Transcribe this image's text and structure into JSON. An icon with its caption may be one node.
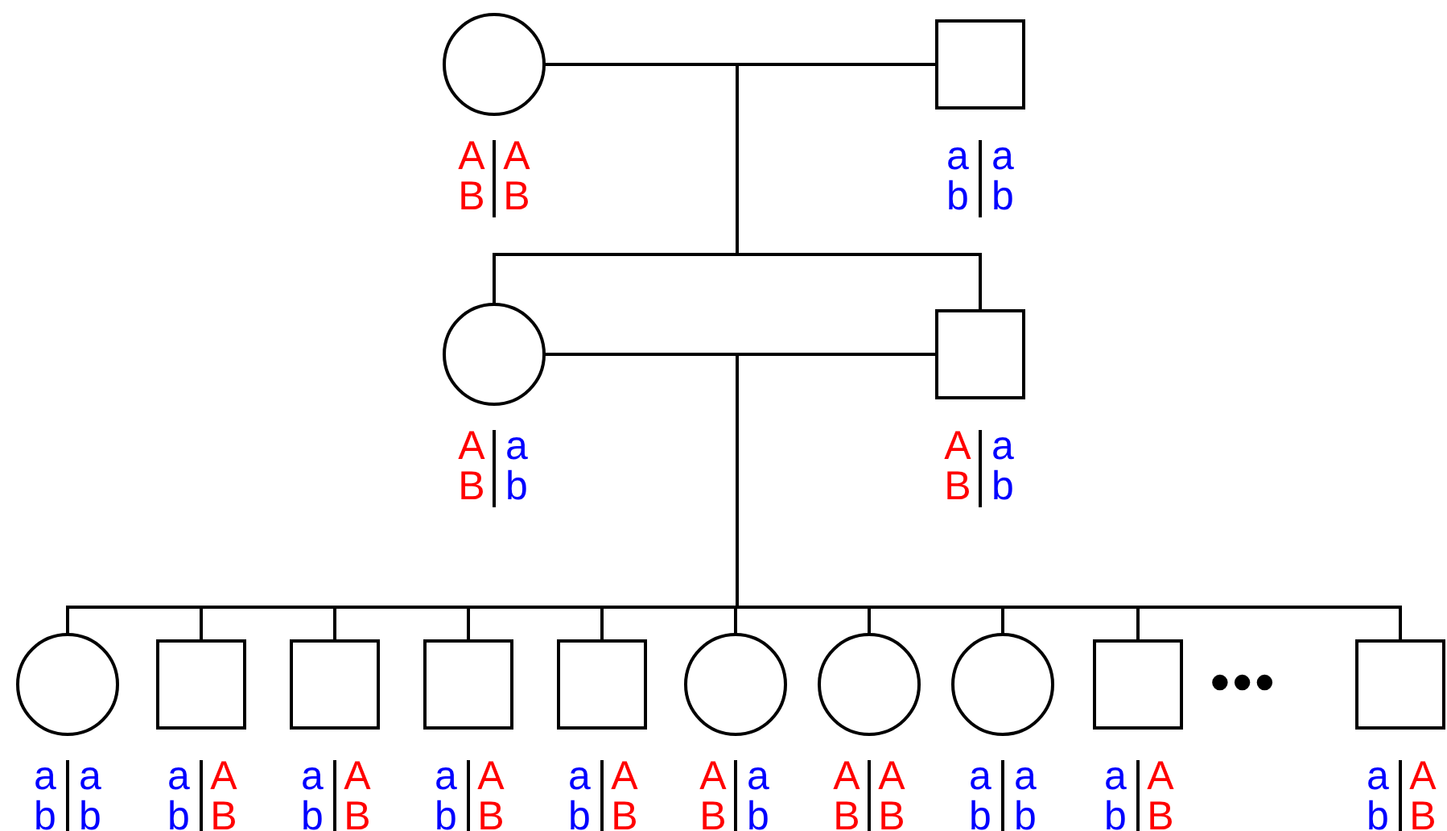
{
  "diagram": {
    "nodes": [
      {
        "text": [],
        "shape": "circle",
        "beside": [
          "A",
          "A",
          "B",
          "B"
        ]
      },
      {
        "text": [],
        "shape": "box",
        "beside": [
          "a",
          "a",
          "b",
          "b"
        ]
      },
      {
        "text": [],
        "shape": "circle",
        "beside": [
          "A",
          "a",
          "B",
          "b"
        ]
      },
      {
        "text": [],
        "shape": "box",
        "beside": [
          "A",
          "a",
          "B",
          "b"
        ]
      },
      {
        "text": [],
        "shape": "circle",
        "beside": [
          "a",
          "a",
          "b",
          "b"
        ]
      },
      {
        "text": [],
        "shape": "box",
        "beside": [
          "a",
          "A",
          "b",
          "B"
        ]
      },
      {
        "text": [],
        "shape": "box",
        "beside": [
          "a",
          "A",
          "b",
          "B"
        ]
      },
      {
        "text": [],
        "shape": "box",
        "beside": [
          "a",
          "A",
          "b",
          "B"
        ]
      },
      {
        "text": [],
        "shape": "box",
        "beside": [
          "a",
          "A",
          "b",
          "B"
        ]
      },
      {
        "text": [],
        "shape": "circle",
        "beside": [
          "A",
          "a",
          "B",
          "b"
        ]
      },
      {
        "text": [],
        "shape": "circle",
        "beside": [
          "A",
          "A",
          "B",
          "B"
        ]
      },
      {
        "text": [],
        "shape": "circle",
        "beside": [
          "a",
          "a",
          "b",
          "b"
        ]
      },
      {
        "text": [],
        "shape": "box",
        "beside": [
          "a",
          "A",
          "b",
          "B"
        ]
      },
      {
        "text": [],
        "shape": "box",
        "beside": [
          "a",
          "A",
          "b",
          "B"
        ]
      }
    ],
    "edges": [
      {
        "from": 0,
        "to": 1,
        "arrow": "none"
      },
      {
        "from": 0,
        "to": 2,
        "arrow": "none"
      },
      {
        "from": 0,
        "to": 3,
        "arrow": "none"
      },
      {
        "from": 1,
        "to": 2,
        "arrow": "none"
      },
      {
        "from": 1,
        "to": 3,
        "arrow": "none"
      },
      {
        "from": 2,
        "to": 3,
        "arrow": "none"
      },
      {
        "from": 2,
        "to": 4,
        "arrow": "none"
      },
      {
        "from": 2,
        "to": 5,
        "arrow": "none"
      },
      {
        "from": 2,
        "to": 6,
        "arrow": "none"
      },
      {
        "from": 2,
        "to": 7,
        "arrow": "none"
      },
      {
        "from": 2,
        "to": 8,
        "arrow": "none"
      },
      {
        "from": 2,
        "to": 9,
        "arrow": "none"
      },
      {
        "from": 2,
        "to": 10,
        "arrow": "none"
      },
      {
        "from": 2,
        "to": 11,
        "arrow": "none"
      },
      {
        "from": 2,
        "to": 12,
        "arrow": "none"
      },
      {
        "from": 2,
        "to": 13,
        "arrow": "none"
      },
      {
        "from": 3,
        "to": 4,
        "arrow": "none"
      },
      {
        "from": 3,
        "to": 5,
        "arrow": "none"
      },
      {
        "from": 3,
        "to": 6,
        "arrow": "none"
      },
      {
        "from": 3,
        "to": 7,
        "arrow": "none"
      },
      {
        "from": 3,
        "to": 8,
        "arrow": "none"
      },
      {
        "from": 3,
        "to": 9,
        "arrow": "none"
      },
      {
        "from": 3,
        "to": 10,
        "arrow": "none"
      },
      {
        "from": 3,
        "to": 11,
        "arrow": "none"
      },
      {
        "from": 3,
        "to": 12,
        "arrow": "none"
      },
      {
        "from": 3,
        "to": 13,
        "arrow": "none"
      }
    ],
    "labels": [
      "•••"
    ]
  }
}
